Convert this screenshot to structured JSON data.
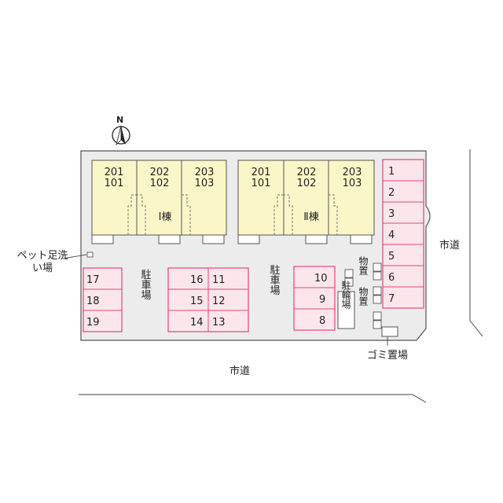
{
  "compass": {
    "north_label": "N"
  },
  "buildings": [
    {
      "name": "Ⅰ棟",
      "units": [
        {
          "upper": "201",
          "lower": "101"
        },
        {
          "upper": "202",
          "lower": "102"
        },
        {
          "upper": "203",
          "lower": "103"
        }
      ]
    },
    {
      "name": "Ⅱ棟",
      "units": [
        {
          "upper": "201",
          "lower": "101"
        },
        {
          "upper": "202",
          "lower": "102"
        },
        {
          "upper": "203",
          "lower": "103"
        }
      ]
    }
  ],
  "parking": {
    "label": "駐車場",
    "spaces_right_column": [
      "1",
      "2",
      "3",
      "4",
      "5",
      "6",
      "7"
    ],
    "spaces_left_block": [
      "17",
      "18",
      "19"
    ],
    "spaces_center_block": [
      [
        "16",
        "11"
      ],
      [
        "15",
        "12"
      ],
      [
        "14",
        "13"
      ]
    ],
    "spaces_mid_block": [
      "10",
      "9",
      "8"
    ]
  },
  "labels": {
    "road_right": "市道",
    "road_bottom": "市道",
    "pet_foot_wash": "ペット足洗い場",
    "storage": "物置",
    "bicycle_parking": "駐輪場",
    "garbage": "ゴミ置場"
  },
  "colors": {
    "building_fill": "#fbf6c7",
    "parking_fill": "#fce6ec",
    "parking_stroke": "#e0457a",
    "site_fill": "#ececec"
  }
}
